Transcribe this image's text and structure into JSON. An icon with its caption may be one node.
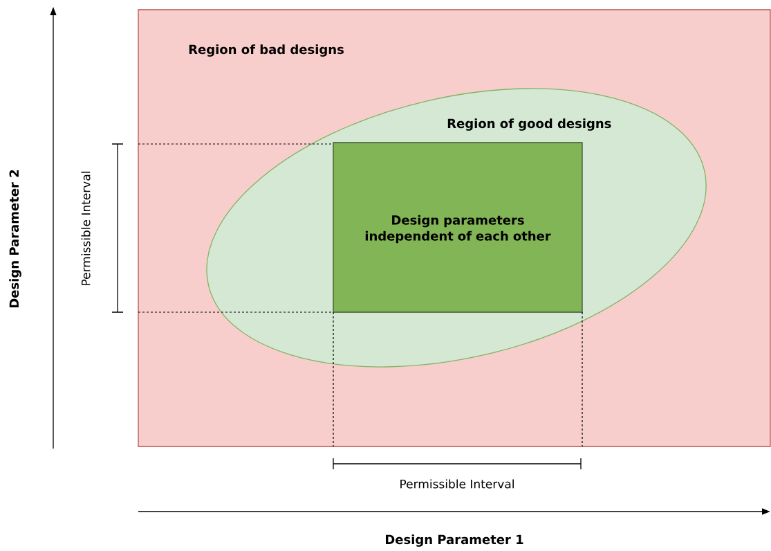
{
  "diagram": {
    "nodes": [
      {
        "text": [
          "Region of bad designs"
        ]
      },
      {
        "text": [
          "Region of good designs"
        ],
        "in": 0
      },
      {
        "text": [
          "Design parameters independent of each other"
        ],
        "in": 1
      }
    ],
    "labels": [
      "Design Parameter 2",
      "Permissible Interval",
      "Permissible Interval",
      "Design Parameter 1"
    ]
  }
}
